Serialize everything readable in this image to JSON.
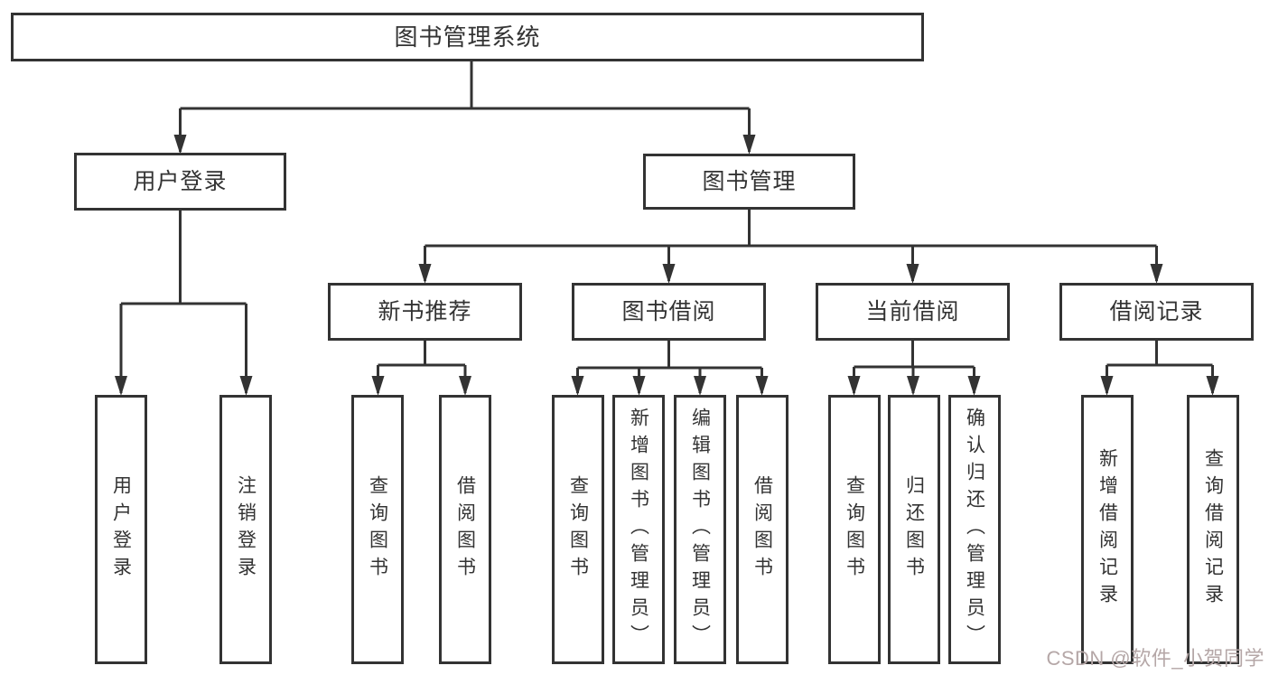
{
  "diagram": {
    "root": {
      "label": "图书管理系统"
    },
    "level2": [
      {
        "label": "用户登录"
      },
      {
        "label": "图书管理"
      }
    ],
    "level3": [
      {
        "label": "新书推荐"
      },
      {
        "label": "图书借阅"
      },
      {
        "label": "当前借阅"
      },
      {
        "label": "借阅记录"
      }
    ],
    "leaves": [
      {
        "label": "用户登录"
      },
      {
        "label": "注销登录"
      },
      {
        "label": "查询图书"
      },
      {
        "label": "借阅图书"
      },
      {
        "label": "查询图书"
      },
      {
        "label": "新增图书（管理员）"
      },
      {
        "label": "编辑图书（管理员）"
      },
      {
        "label": "借阅图书"
      },
      {
        "label": "查询图书"
      },
      {
        "label": "归还图书"
      },
      {
        "label": "确认归还（管理员）"
      },
      {
        "label": "新增借阅记录"
      },
      {
        "label": "查询借阅记录"
      }
    ],
    "watermark": "CSDN @软件_小贺同学",
    "colors": {
      "line": "#333333",
      "border": "#333333",
      "fill": "#ffffff",
      "text": "#333333",
      "background": "#ffffff",
      "watermark": "#b5a7a7"
    }
  }
}
